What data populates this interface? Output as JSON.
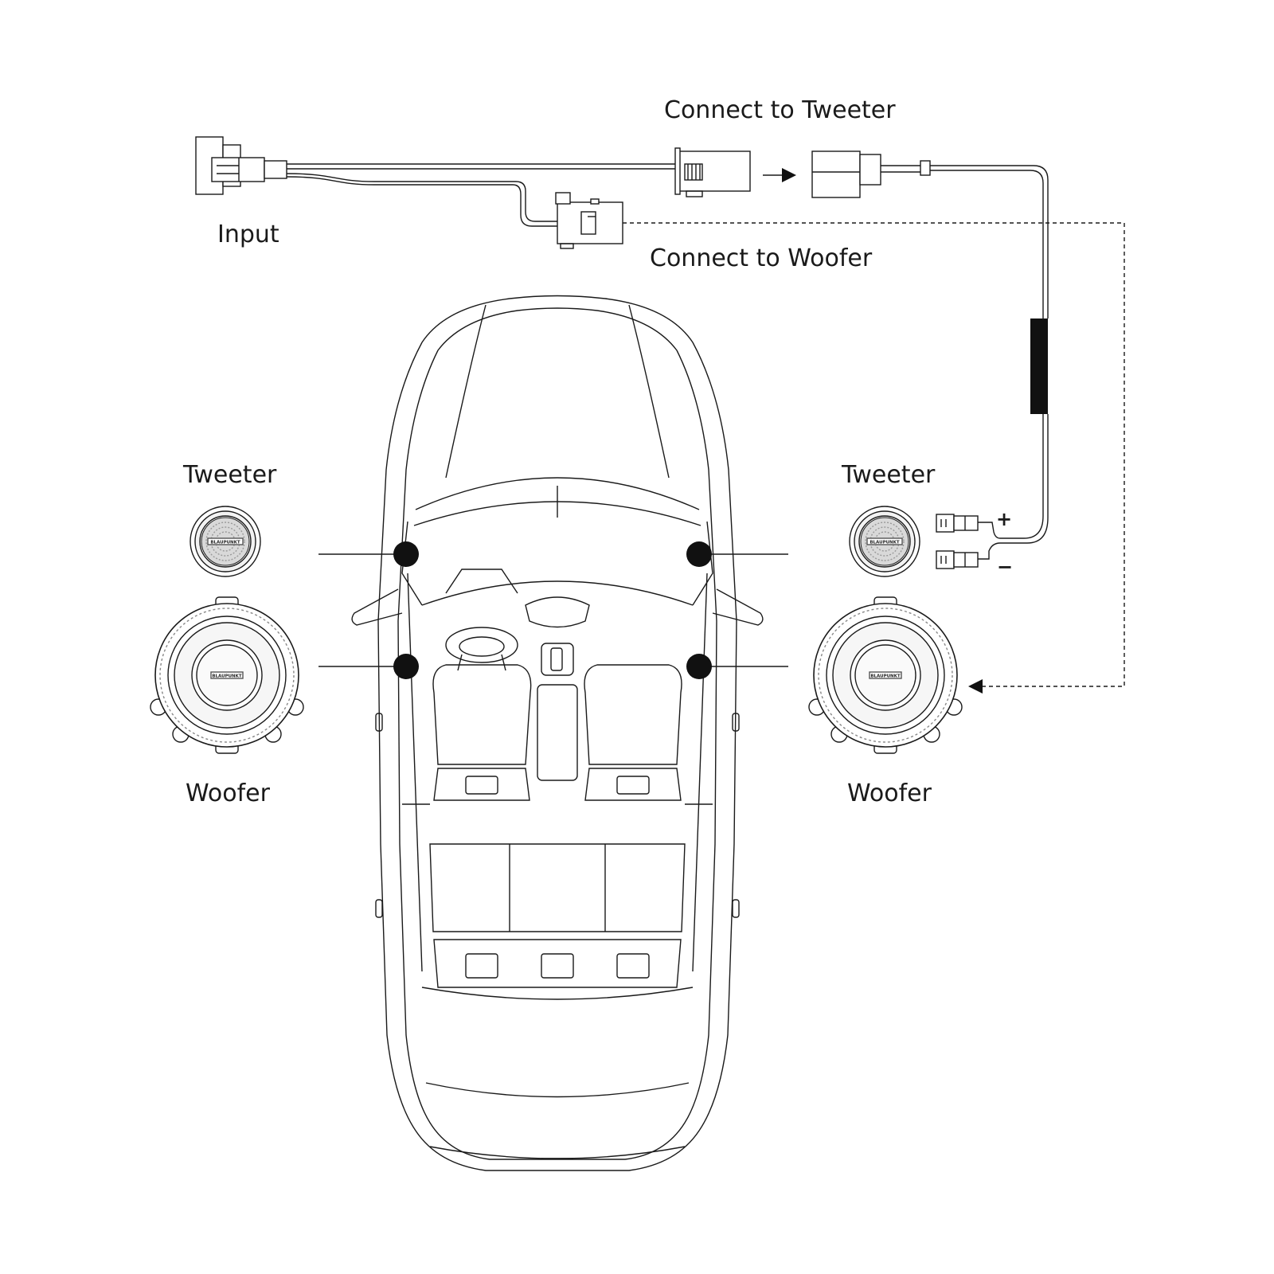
{
  "labels": {
    "input": "Input",
    "connect_tweeter": "Connect to Tweeter",
    "connect_woofer": "Connect to Woofer",
    "tweeter_left": "Tweeter",
    "tweeter_right": "Tweeter",
    "woofer_left": "Woofer",
    "woofer_right": "Woofer",
    "plus": "+",
    "minus": "−"
  },
  "brand": "BLAUPUNKT",
  "colors": {
    "line": "#1a1a1a",
    "marker": "#111111",
    "background": "#ffffff",
    "speaker_fill": "#f4f4f4"
  }
}
